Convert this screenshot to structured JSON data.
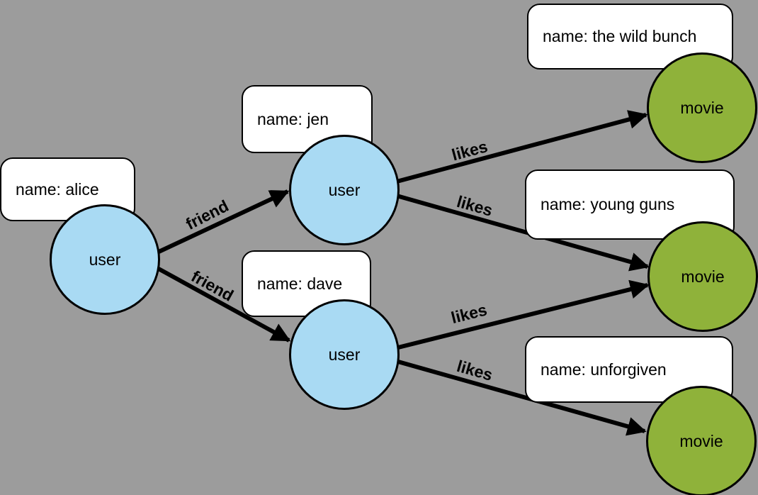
{
  "title": "property graph diagram",
  "colors": {
    "background": "#9c9c9c",
    "user_node_fill": "#a9daf3",
    "movie_node_fill": "#8fb23a",
    "node_border": "#000000",
    "box_fill": "#ffffff",
    "box_border": "#000000",
    "edge_color": "#000000"
  },
  "nodes": [
    {
      "id": "user-alice",
      "label": "user",
      "kind": "user"
    },
    {
      "id": "user-jen",
      "label": "user",
      "kind": "user"
    },
    {
      "id": "user-dave",
      "label": "user",
      "kind": "user"
    },
    {
      "id": "movie-wild-bunch",
      "label": "movie",
      "kind": "movie"
    },
    {
      "id": "movie-young-guns",
      "label": "movie",
      "kind": "movie"
    },
    {
      "id": "movie-unforgiven",
      "label": "movie",
      "kind": "movie"
    }
  ],
  "property_boxes": [
    {
      "for": "user-alice",
      "text": "name: alice"
    },
    {
      "for": "user-jen",
      "text": "name: jen"
    },
    {
      "for": "user-dave",
      "text": "name: dave"
    },
    {
      "for": "movie-wild-bunch",
      "text": "name: the wild bunch"
    },
    {
      "for": "movie-young-guns",
      "text": "name: young guns"
    },
    {
      "for": "movie-unforgiven",
      "text": "name: unforgiven"
    }
  ],
  "edges": [
    {
      "from": "user-alice",
      "to": "user-jen",
      "label": "friend"
    },
    {
      "from": "user-alice",
      "to": "user-dave",
      "label": "friend"
    },
    {
      "from": "user-jen",
      "to": "movie-wild-bunch",
      "label": "likes"
    },
    {
      "from": "user-jen",
      "to": "movie-young-guns",
      "label": "likes"
    },
    {
      "from": "user-dave",
      "to": "movie-young-guns",
      "label": "likes"
    },
    {
      "from": "user-dave",
      "to": "movie-unforgiven",
      "label": "likes"
    }
  ]
}
